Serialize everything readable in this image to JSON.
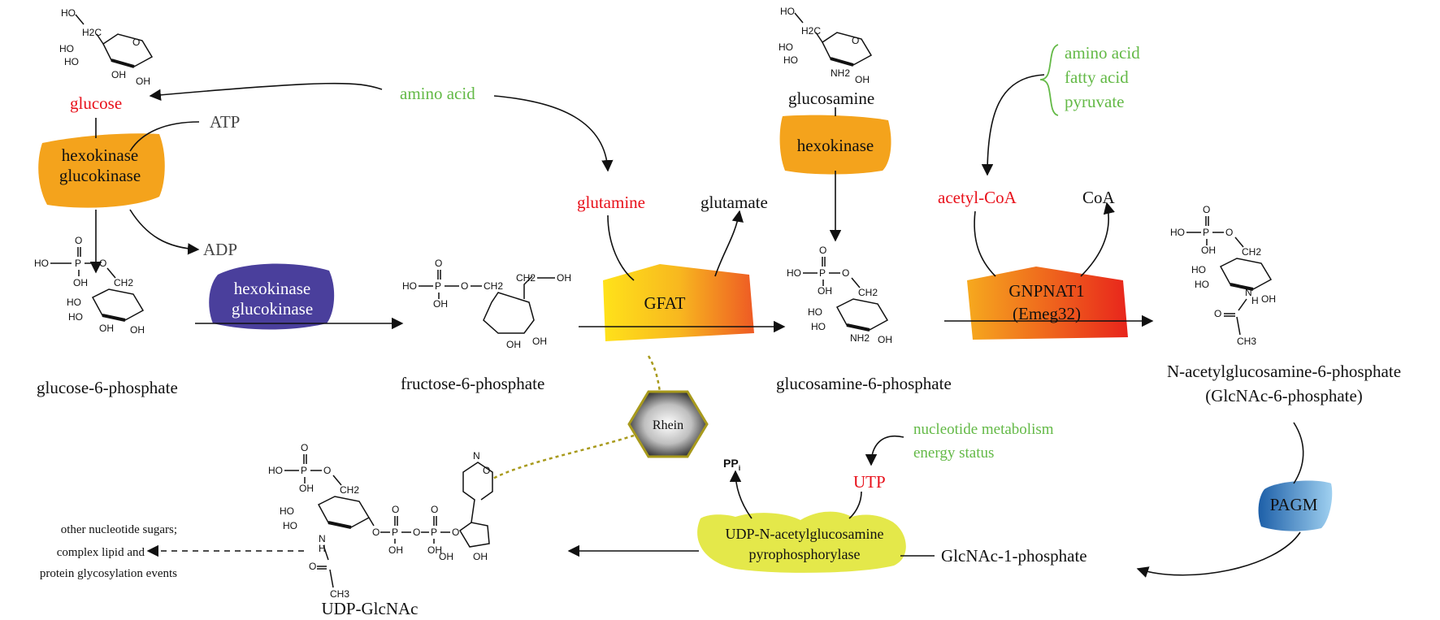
{
  "metabolites": {
    "glucose": "glucose",
    "glucose_6_phosphate": "glucose-6-phosphate",
    "fructose_6_phosphate": "fructose-6-phosphate",
    "glucosamine": "glucosamine",
    "glucosamine_6_phosphate": "glucosamine-6-phosphate",
    "glutamine": "glutamine",
    "glutamate": "glutamate",
    "acetyl_coa": "acetyl-CoA",
    "coa": "CoA",
    "glcnac_6_phosphate_line1": "N-acetylglucosamine-6-phosphate",
    "glcnac_6_phosphate_line2": "(GlcNAc-6-phosphate)",
    "glcnac_1_phosphate": "GlcNAc-1-phosphate",
    "utp": "UTP",
    "ppi": "PP",
    "ppi_sub": "i",
    "udp_glcnac": "UDP-GlcNAc",
    "atp": "ATP",
    "adp": "ADP"
  },
  "inputs": {
    "amino_acid_top": "amino acid",
    "nutrients": [
      "amino acid",
      "fatty acid",
      "pyruvate"
    ],
    "nucleotide": [
      "nucleotide metabolism",
      "energy status"
    ]
  },
  "enzymes": {
    "hk_gk_1": [
      "hexokinase",
      "glucokinase"
    ],
    "hk_gk_2": [
      "hexokinase",
      "glucokinase"
    ],
    "hexokinase": "hexokinase",
    "gfat": "GFAT",
    "gnpnat1": [
      "GNPNAT1",
      "(Emeg32)"
    ],
    "pagm": "PAGM",
    "uap": [
      "UDP-N-acetylglucosamine",
      "pyrophosphorylase"
    ]
  },
  "inhibitor": "Rhein",
  "downstream": [
    "other nucleotide sugars;",
    "complex lipid and",
    "protein glycosylation events"
  ],
  "colors": {
    "red": "#e8101a",
    "green": "#63b946",
    "orange": "#f4a31c",
    "purple": "#4a3f9c",
    "yellow_uap": "#e4e84a",
    "pagm_blue": "#1f78c8",
    "rhein_gold": "#a89a1c"
  },
  "structure_labels": {
    "ho": "HO",
    "oh": "OH",
    "p": "P",
    "o": "O",
    "h2c": "H2C",
    "ch2": "CH2",
    "nh2": "NH2",
    "n": "N",
    "h": "H",
    "ch3": "CH3"
  }
}
